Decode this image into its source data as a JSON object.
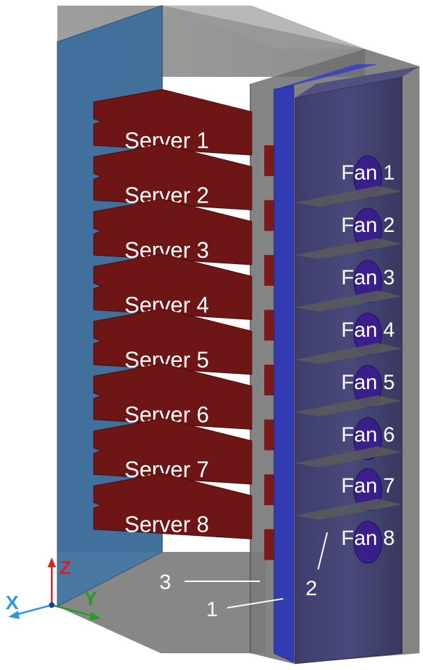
{
  "servers": [
    {
      "label": "Server 1"
    },
    {
      "label": "Server 2"
    },
    {
      "label": "Server 3"
    },
    {
      "label": "Server 4"
    },
    {
      "label": "Server 5"
    },
    {
      "label": "Server 6"
    },
    {
      "label": "Server 7"
    },
    {
      "label": "Server 8"
    }
  ],
  "fans": [
    {
      "label": "Fan 1"
    },
    {
      "label": "Fan 2"
    },
    {
      "label": "Fan 3"
    },
    {
      "label": "Fan 4"
    },
    {
      "label": "Fan 5"
    },
    {
      "label": "Fan 6"
    },
    {
      "label": "Fan 7"
    },
    {
      "label": "Fan 8"
    }
  ],
  "callouts": {
    "one": "1",
    "two": "2",
    "three": "3"
  },
  "axes": {
    "x": "X",
    "y": "Y",
    "z": "Z"
  },
  "colors": {
    "server": "#6e1515",
    "server_top": "#8a2020",
    "side_panel": "#3a6d9c",
    "blue_plate": "#2a34b8",
    "fan_panel": "#3c3d6e",
    "fan_disk": "#3a1f8a",
    "cabinet": "#8a8a8a",
    "axis_x": "#2a9ad8",
    "axis_y": "#22a022",
    "axis_z": "#e02020"
  }
}
